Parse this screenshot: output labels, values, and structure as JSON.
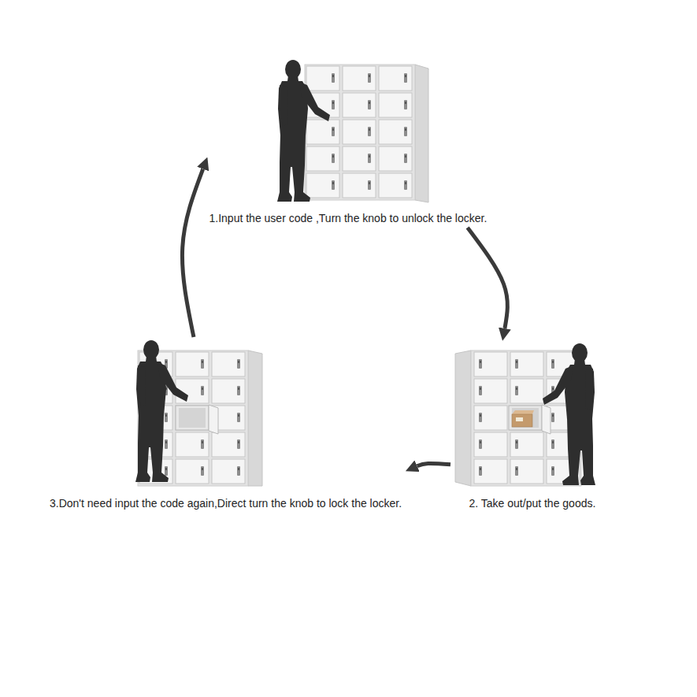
{
  "diagram": {
    "nodes": [
      {
        "text": [
          "1.Input the user code ,Turn the knob to unlock the locker."
        ]
      },
      {
        "text": [
          "2. Take out/put the goods."
        ]
      },
      {
        "text": [
          "3.Don't need input the code again,Direct turn the knob to lock the locker."
        ]
      }
    ],
    "edges": [
      {
        "from": 0,
        "to": 1,
        "arrow": "to"
      },
      {
        "from": 1,
        "to": 2,
        "arrow": "to"
      },
      {
        "from": 2,
        "to": 0,
        "arrow": "to"
      }
    ]
  }
}
